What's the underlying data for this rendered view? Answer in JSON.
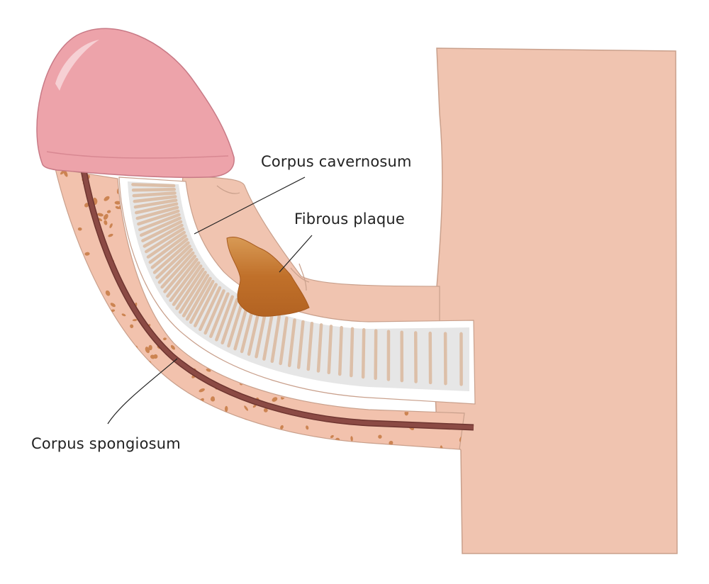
{
  "labels": {
    "corpus_cavernosum": "Corpus cavernosum",
    "fibrous_plaque": "Fibrous plaque",
    "corpus_spongiosum": "Corpus spongiosum"
  },
  "colors": {
    "body_skin": "#f0c4b0",
    "skin_outline": "#c9a08c",
    "glans": "#eda3aa",
    "glans_outline": "#c87a86",
    "spongiosum_tissue": "#f2c2ad",
    "spongiosum_spots": "#cc8452",
    "urethra": "#8b4a44",
    "cavernosum_band": "#e6e6e6",
    "cavernosum_septa": "#dcbfa8",
    "plaque": "#c07a30",
    "leader_lines": "#222222"
  }
}
